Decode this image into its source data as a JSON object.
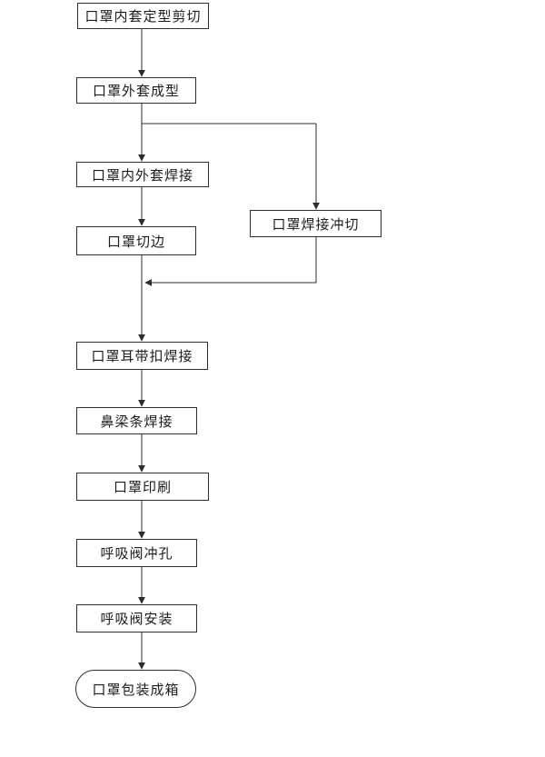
{
  "diagram": {
    "type": "flowchart",
    "nodes": [
      {
        "id": "n1",
        "label": "口罩内套定型剪切",
        "shape": "rect"
      },
      {
        "id": "n2",
        "label": "口罩外套成型",
        "shape": "rect"
      },
      {
        "id": "n3",
        "label": "口罩内外套焊接",
        "shape": "rect"
      },
      {
        "id": "n4",
        "label": "口罩切边",
        "shape": "rect"
      },
      {
        "id": "n5",
        "label": "口罩焊接冲切",
        "shape": "rect"
      },
      {
        "id": "n6",
        "label": "口罩耳带扣焊接",
        "shape": "rect"
      },
      {
        "id": "n7",
        "label": "鼻梁条焊接",
        "shape": "rect"
      },
      {
        "id": "n8",
        "label": "口罩印刷",
        "shape": "rect"
      },
      {
        "id": "n9",
        "label": "呼吸阀冲孔",
        "shape": "rect"
      },
      {
        "id": "n10",
        "label": "呼吸阀安装",
        "shape": "rect"
      },
      {
        "id": "n11",
        "label": "口罩包装成箱",
        "shape": "rounded"
      }
    ],
    "edges": [
      {
        "from": "n1",
        "to": "n2"
      },
      {
        "from": "n2",
        "to": "n3"
      },
      {
        "from": "n2",
        "to": "n5"
      },
      {
        "from": "n3",
        "to": "n4"
      },
      {
        "from": "n4",
        "to": "n6"
      },
      {
        "from": "n5",
        "to": "n6"
      },
      {
        "from": "n6",
        "to": "n7"
      },
      {
        "from": "n7",
        "to": "n8"
      },
      {
        "from": "n8",
        "to": "n9"
      },
      {
        "from": "n9",
        "to": "n10"
      },
      {
        "from": "n10",
        "to": "n11"
      }
    ],
    "colors": {
      "background": "#ffffff",
      "border": "#2e2e2e",
      "line": "#2e2e2e",
      "text": "#1c1c1c"
    }
  }
}
